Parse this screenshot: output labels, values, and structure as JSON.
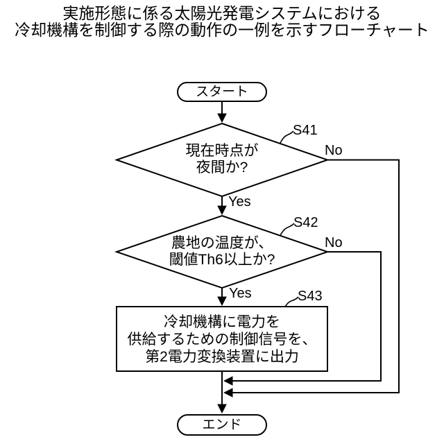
{
  "title": {
    "line1": "実施形態に係る太陽光発電システムにおける",
    "line2": "冷却機構を制御する際の動作の一例を示すフローチャート"
  },
  "flowchart": {
    "start_label": "スタート",
    "end_label": "エンド",
    "steps": [
      {
        "id": "S41",
        "type": "decision",
        "line1": "現在時点が",
        "line2": "夜間か?",
        "yes_label": "Yes",
        "no_label": "No"
      },
      {
        "id": "S42",
        "type": "decision",
        "line1": "農地の温度が、",
        "line2": "閾値Th6以上か?",
        "yes_label": "Yes",
        "no_label": "No"
      },
      {
        "id": "S43",
        "type": "process",
        "line1": "冷却機構に電力を",
        "line2": "供給するための制御信号を、",
        "line3": "第2電力変換装置に出力"
      }
    ],
    "line_color": "#000000",
    "background_color": "#ffffff"
  }
}
